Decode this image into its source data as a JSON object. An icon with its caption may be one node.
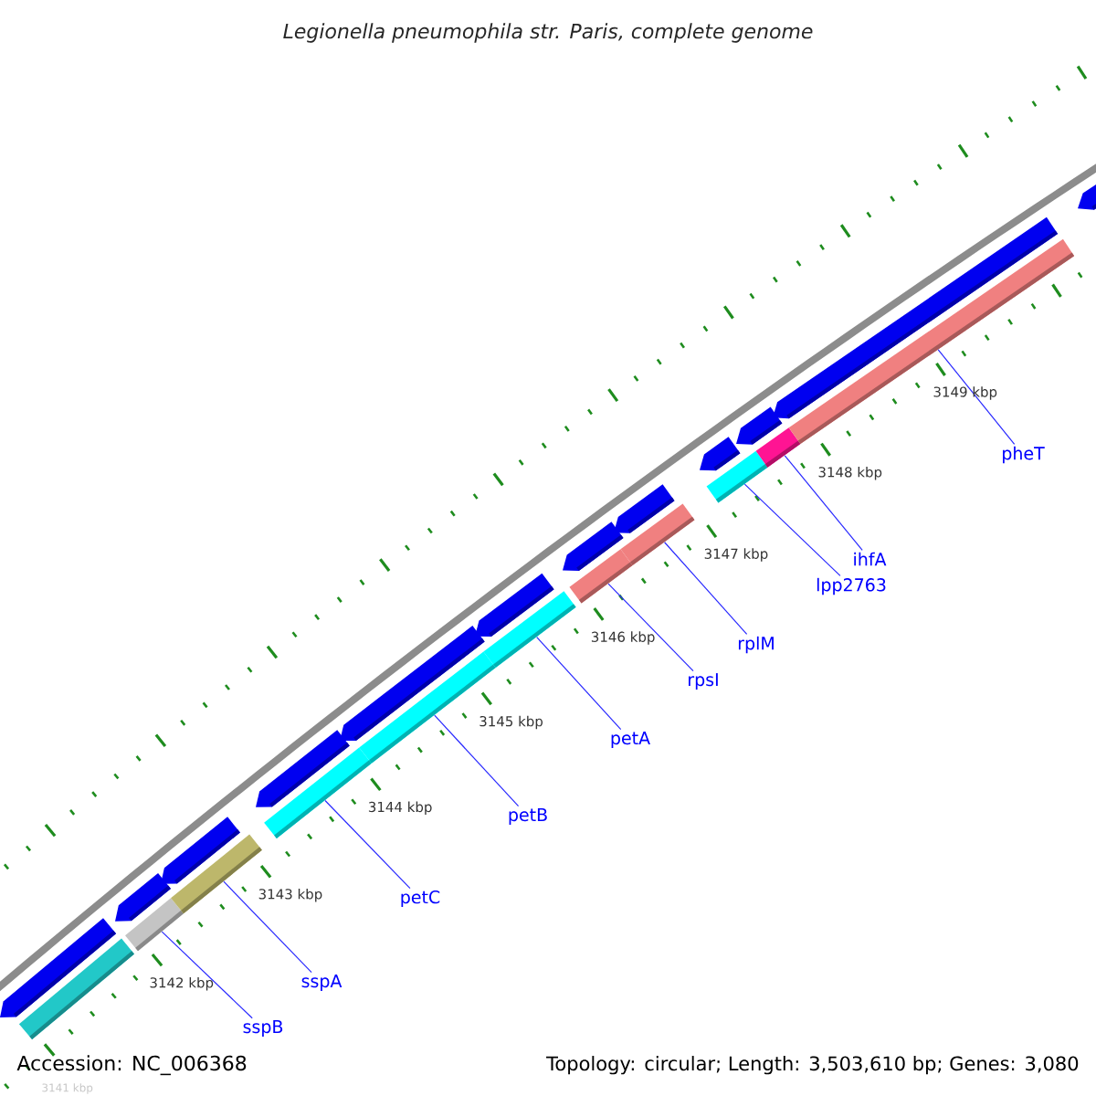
{
  "diagram": {
    "title": "Legionella pneumophila str. Paris, complete genome",
    "nodes": [
      {
        "text": [
          "sspB"
        ]
      },
      {
        "text": [
          "sspA"
        ]
      },
      {
        "text": [
          "petC"
        ]
      },
      {
        "text": [
          "petB"
        ]
      },
      {
        "text": [
          "petA"
        ]
      },
      {
        "text": [
          "rpsI"
        ]
      },
      {
        "text": [
          "rplM"
        ]
      },
      {
        "text": [
          "lpp2763"
        ]
      },
      {
        "text": [
          "ihfA"
        ]
      },
      {
        "text": [
          "pheT"
        ]
      },
      {
        "text": [],
        "shape": "pentagon"
      },
      {
        "text": [],
        "shape": "bar"
      },
      {
        "text": [],
        "shape": "pentagon"
      },
      {
        "text": [],
        "shape": "pentagon"
      },
      {
        "text": [],
        "shape": "bar"
      },
      {
        "text": [],
        "shape": "bar"
      },
      {
        "text": [],
        "shape": "pentagon"
      },
      {
        "text": [],
        "shape": "pentagon"
      },
      {
        "text": [],
        "shape": "pentagon"
      },
      {
        "text": [],
        "shape": "bar"
      },
      {
        "text": [],
        "shape": "bar"
      },
      {
        "text": [],
        "shape": "bar"
      },
      {
        "text": [],
        "shape": "pentagon"
      },
      {
        "text": [],
        "shape": "pentagon"
      },
      {
        "text": [],
        "shape": "bar"
      },
      {
        "text": [],
        "shape": "bar"
      },
      {
        "text": [],
        "shape": "pentagon"
      },
      {
        "text": [],
        "shape": "pentagon"
      },
      {
        "text": [],
        "shape": "pentagon"
      },
      {
        "text": [],
        "shape": "pentagon"
      },
      {
        "text": [],
        "shape": "bar"
      },
      {
        "text": [],
        "shape": "bar"
      },
      {
        "text": [],
        "shape": "bar"
      }
    ],
    "edges": [
      {
        "from": 0,
        "to": 14,
        "arrow": "none"
      },
      {
        "from": 1,
        "to": 15,
        "arrow": "none"
      },
      {
        "from": 2,
        "to": 19,
        "arrow": "none"
      },
      {
        "from": 3,
        "to": 20,
        "arrow": "none"
      },
      {
        "from": 4,
        "to": 21,
        "arrow": "none"
      },
      {
        "from": 5,
        "to": 24,
        "arrow": "none"
      },
      {
        "from": 6,
        "to": 25,
        "arrow": "none"
      },
      {
        "from": 7,
        "to": 30,
        "arrow": "none"
      },
      {
        "from": 8,
        "to": 31,
        "arrow": "none"
      },
      {
        "from": 9,
        "to": 32,
        "arrow": "none"
      }
    ],
    "labels": [
      "3141 kbp",
      "3142 kbp",
      "3143 kbp",
      "3144 kbp",
      "3145 kbp",
      "3146 kbp",
      "3147 kbp",
      "3148 kbp",
      "3149 kbp",
      "Accession: NC_006368",
      "Topology: circular; Length: 3,503,610 bp; Genes: 3,080"
    ]
  }
}
